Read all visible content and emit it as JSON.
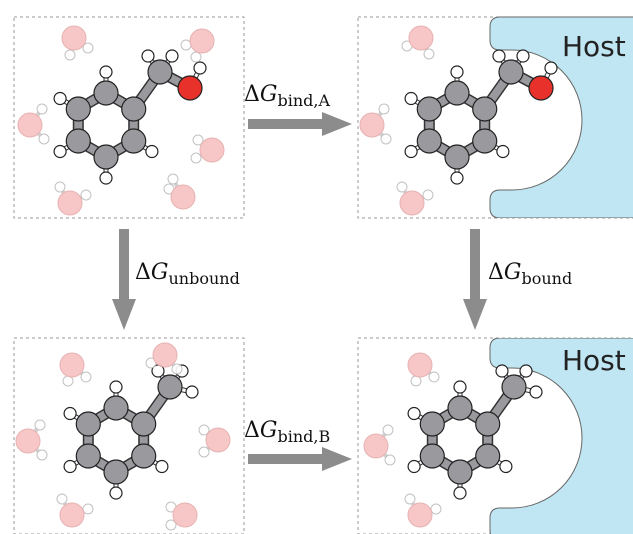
{
  "labels": {
    "delta": "Δ",
    "g": "G",
    "bind_a": "bind,A",
    "bind_b": "bind,B",
    "unbound": "unbound",
    "bound": "bound",
    "host": "Host"
  },
  "colors": {
    "carbon": "#9a9a9e",
    "hydrogen": "#ffffff",
    "oxygen": "#e8312a",
    "water_oxygen": "#f7c2c2",
    "host_fill": "#bfe6f2",
    "arrow": "#8c8c8c",
    "frame": "#999999"
  }
}
